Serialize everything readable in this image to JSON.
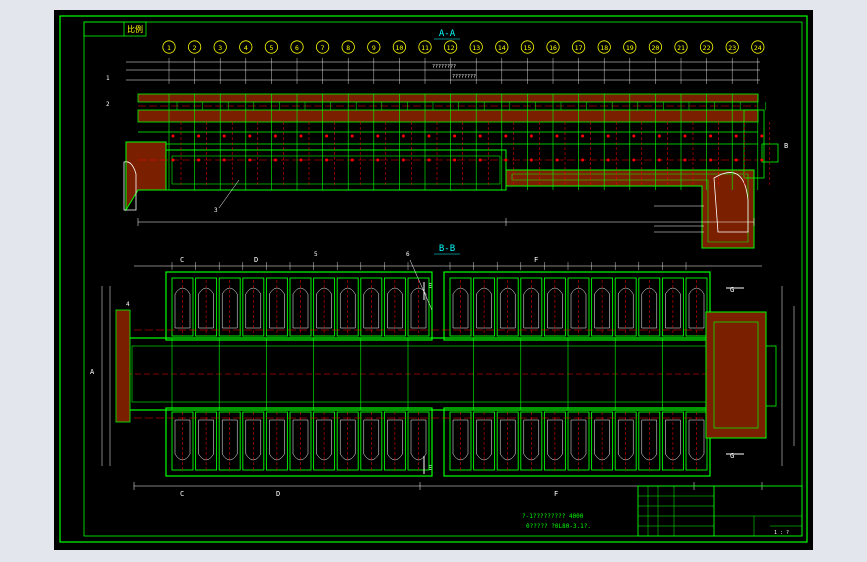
{
  "colors": {
    "outer_bg": "#e3e6ec",
    "canvas_bg": "#000000",
    "frame": "#00ff00",
    "structure": "#00ff00",
    "dimension": "#ffffff",
    "cut_line": "#ff0000",
    "grid_bubble": "#ffff00",
    "label": "#00ffff",
    "fill": "#7a1f00"
  },
  "icons": {
    "grid_bubble": "circle-outline"
  },
  "title_tag": "比例",
  "section_aa": {
    "title": "A-A"
  },
  "section_bb": {
    "title": "B-B"
  },
  "axis_bubbles": [
    "1",
    "2",
    "3",
    "4",
    "5",
    "6",
    "7",
    "8",
    "9",
    "10",
    "11",
    "12",
    "13",
    "14",
    "15",
    "16",
    "17",
    "18",
    "19",
    "20",
    "21",
    "22",
    "23",
    "24"
  ],
  "section_markers": {
    "top_c": "C",
    "top_d": "D",
    "top_e": "E",
    "top_f": "F",
    "top_g": "G",
    "bottom_c": "C",
    "bottom_d": "D",
    "bottom_e": "E",
    "bottom_f": "F",
    "bottom_g": "G",
    "left_a": "A",
    "right_b": "B"
  },
  "notes": {
    "line1": "?-1?????????   4000",
    "line2": "0?????  ?0L80-3.1?."
  },
  "callouts": [
    "1",
    "2",
    "3",
    "4",
    "5",
    "6"
  ],
  "dims_top": {
    "total": "????????",
    "sub": "????????"
  },
  "title_block": {
    "row1": "",
    "row2": "",
    "scale": "1 : ?"
  }
}
